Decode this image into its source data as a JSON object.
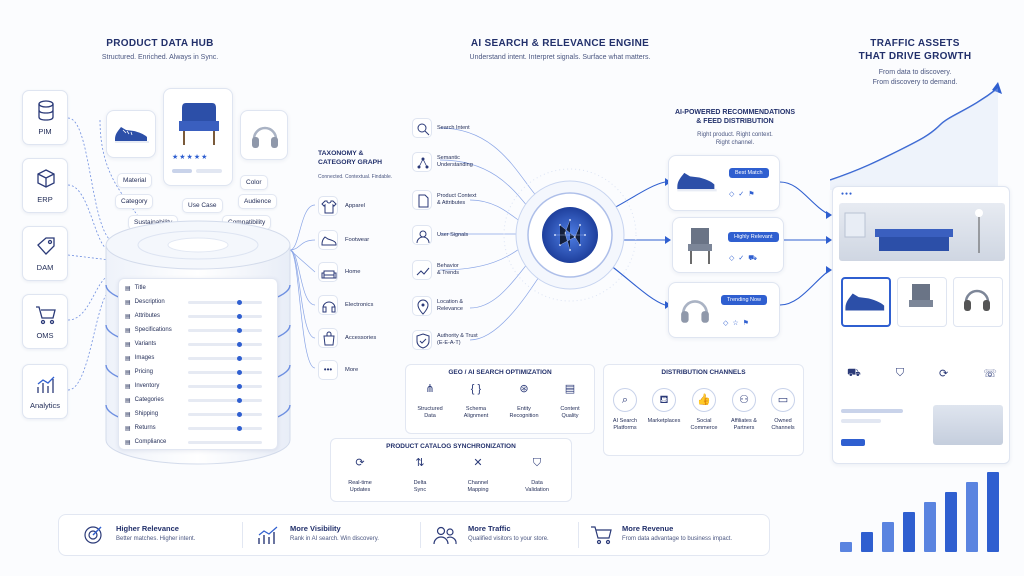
{
  "hub": {
    "title": "PRODUCT DATA HUB",
    "subtitle": "Structured. Enriched. Always in Sync.",
    "sources": [
      "PIM",
      "ERP",
      "DAM",
      "OMS",
      "Analytics"
    ],
    "tags": [
      "Material",
      "Category",
      "Use Case",
      "Color",
      "Audience",
      "Sustainability",
      "Compatibility"
    ],
    "fields": [
      "Title",
      "Description",
      "Attributes",
      "Specifications",
      "Variants",
      "Images",
      "Pricing",
      "Inventory",
      "Categories",
      "Shipping",
      "Returns",
      "Compliance"
    ]
  },
  "taxonomy": {
    "title": "TAXONOMY &\nCATEGORY GRAPH",
    "subtitle": "Connected. Contextual. Findable.",
    "items": [
      "Apparel",
      "Footwear",
      "Home",
      "Electronics",
      "Accessories",
      "More"
    ]
  },
  "engine": {
    "title": "AI SEARCH & RELEVANCE ENGINE",
    "subtitle": "Understand intent. Interpret signals. Surface what matters.",
    "signals": [
      "Search Intent",
      "Semantic\nUnderstanding",
      "Product Context\n& Attributes",
      "User Signals",
      "Behavior\n& Trends",
      "Location &\nRelevance",
      "Authority & Trust\n(E-E-A-T)"
    ]
  },
  "recs": {
    "title": "AI-POWERED RECOMMENDATIONS\n& FEED DISTRIBUTION",
    "subtitle": "Right product. Right context.\nRight channel.",
    "badges": [
      "Best Match",
      "Highly Relevant",
      "Trending Now"
    ]
  },
  "traffic": {
    "title": "TRAFFIC ASSETS\nTHAT DRIVE GROWTH",
    "subtitle": "From data to discovery.\nFrom discovery to demand."
  },
  "geo": {
    "title": "GEO / AI SEARCH OPTIMIZATION",
    "items": [
      "Structured\nData",
      "Schema\nAlignment",
      "Entity\nRecognition",
      "Content\nQuality"
    ]
  },
  "dist": {
    "title": "DISTRIBUTION CHANNELS",
    "items": [
      "AI Search\nPlatforms",
      "Marketplaces",
      "Social\nCommerce",
      "Affiliates &\nPartners",
      "Owned\nChannels"
    ]
  },
  "sync": {
    "title": "PRODUCT CATALOG SYNCHRONIZATION",
    "items": [
      "Real-time\nUpdates",
      "Delta\nSync",
      "Channel\nMapping",
      "Data\nValidation"
    ]
  },
  "outcomes": [
    {
      "title": "Higher Relevance",
      "desc": "Better matches. Higher intent."
    },
    {
      "title": "More Visibility",
      "desc": "Rank in AI search. Win discovery."
    },
    {
      "title": "More Traffic",
      "desc": "Qualified visitors to your store."
    },
    {
      "title": "More Revenue",
      "desc": "From data advantage to business impact."
    }
  ],
  "growth_chart": {
    "type": "bar",
    "values": [
      1,
      2,
      3,
      4,
      5,
      6,
      7,
      8
    ]
  },
  "colors": {
    "accent": "#2f5fd0",
    "navy": "#22306b"
  }
}
